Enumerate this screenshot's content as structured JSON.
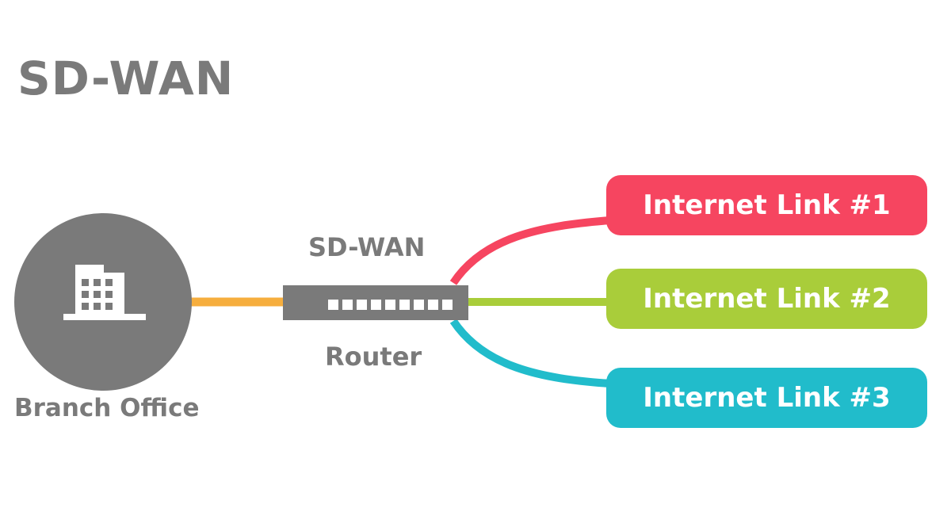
{
  "title": "SD-WAN",
  "branch": {
    "label": "Branch Office",
    "icon": "building-icon",
    "circle_color": "#7a7a7a"
  },
  "router": {
    "top_label": "SD-WAN",
    "bottom_label": "Router",
    "icon": "router-icon",
    "color": "#7a7a7a"
  },
  "connector_color": "#f6ae3e",
  "text_color": "#7a7a7a",
  "links": [
    {
      "label": "Internet Link #1",
      "color": "#f64560"
    },
    {
      "label": "Internet Link #2",
      "color": "#a9cd3a"
    },
    {
      "label": "Internet Link #3",
      "color": "#21bccb"
    }
  ]
}
